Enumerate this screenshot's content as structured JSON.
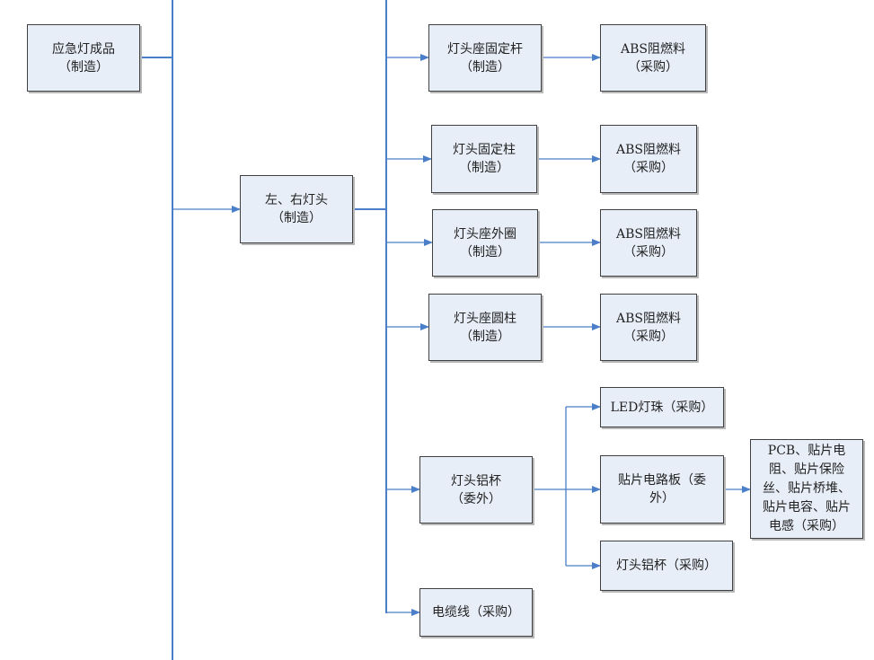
{
  "colors": {
    "line": "#4a7ec8",
    "box_fill": "#e8eef8",
    "box_border": "#404040"
  },
  "nodes": {
    "root": {
      "line1": "应急灯成品",
      "line2": "（制造）"
    },
    "lamp_head": {
      "line1": "左、右灯头",
      "line2": "（制造）"
    },
    "fix_rod": {
      "line1": "灯头座固定杆",
      "line2": "（制造）"
    },
    "fix_post": {
      "line1": "灯头固定柱",
      "line2": "（制造）"
    },
    "outer_ring": {
      "line1": "灯头座外圈",
      "line2": "（制造）"
    },
    "cylinder": {
      "line1": "灯头座圆柱",
      "line2": "（制造）"
    },
    "abs1": {
      "line1": "ABS阻燃料",
      "line2": "（采购）"
    },
    "abs2": {
      "line1": "ABS阻燃料",
      "line2": "（采购）"
    },
    "abs3": {
      "line1": "ABS阻燃料",
      "line2": "（采购）"
    },
    "abs4": {
      "line1": "ABS阻燃料",
      "line2": "（采购）"
    },
    "al_cup": {
      "line1": "灯头铝杯",
      "line2": "（委外）"
    },
    "cable": {
      "line1": "电缆线（采购）"
    },
    "led": {
      "line1": "LED灯珠（采购）"
    },
    "pcb_board": {
      "line1": "贴片电路板（委",
      "line2": "外）"
    },
    "al_cup_buy": {
      "line1": "灯头铝杯（采购）"
    },
    "components": {
      "line1": "PCB、贴片电",
      "line2": "阻、贴片保险",
      "line3": "丝、贴片桥堆、",
      "line4": "贴片电容、贴片",
      "line5": "电感（采购）"
    }
  }
}
